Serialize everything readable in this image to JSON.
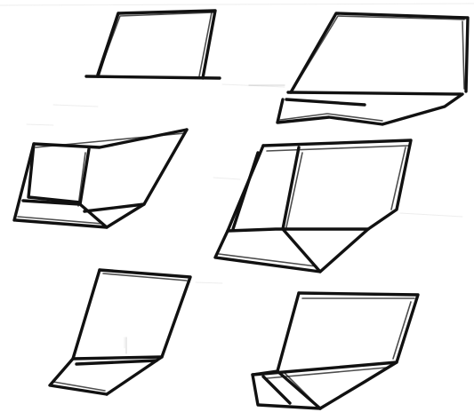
{
  "image": {
    "background_color": "#ffffff",
    "ink_color": "#111111",
    "faint_ink_color": "#9a9a9a"
  },
  "sketches": [
    {
      "kind": "plain-parallelogram"
    },
    {
      "kind": "parallelogram-with-lower-strip"
    },
    {
      "kind": "parallelogram-with-folded-flap"
    },
    {
      "kind": "parallelogram-with-folded-flap"
    },
    {
      "kind": "parallelogram-with-lower-strip"
    },
    {
      "kind": "parallelogram-with-folded-flap"
    }
  ]
}
